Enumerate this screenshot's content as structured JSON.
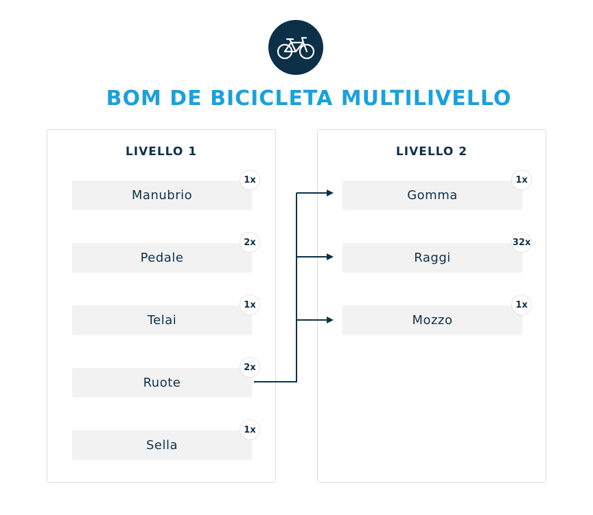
{
  "logo": {
    "icon": "bicycle-icon",
    "bg_color": "#0b3048"
  },
  "title": "BOM DE BICICLETA MULTILIVELLO",
  "colors": {
    "title": "#1aa1dc",
    "text": "#0e3149",
    "connector": "#0b3048"
  },
  "level1": {
    "title": "LIVELLO 1",
    "items": [
      {
        "label": "Manubrio",
        "qty": "1x"
      },
      {
        "label": "Pedale",
        "qty": "2x"
      },
      {
        "label": "Telai",
        "qty": "1x"
      },
      {
        "label": "Ruote",
        "qty": "2x"
      },
      {
        "label": "Sella",
        "qty": "1x"
      }
    ]
  },
  "level2": {
    "title": "LIVELLO 2",
    "parent": "Ruote",
    "items": [
      {
        "label": "Gomma",
        "qty": "1x"
      },
      {
        "label": "Raggi",
        "qty": "32x"
      },
      {
        "label": "Mozzo",
        "qty": "1x"
      }
    ]
  }
}
